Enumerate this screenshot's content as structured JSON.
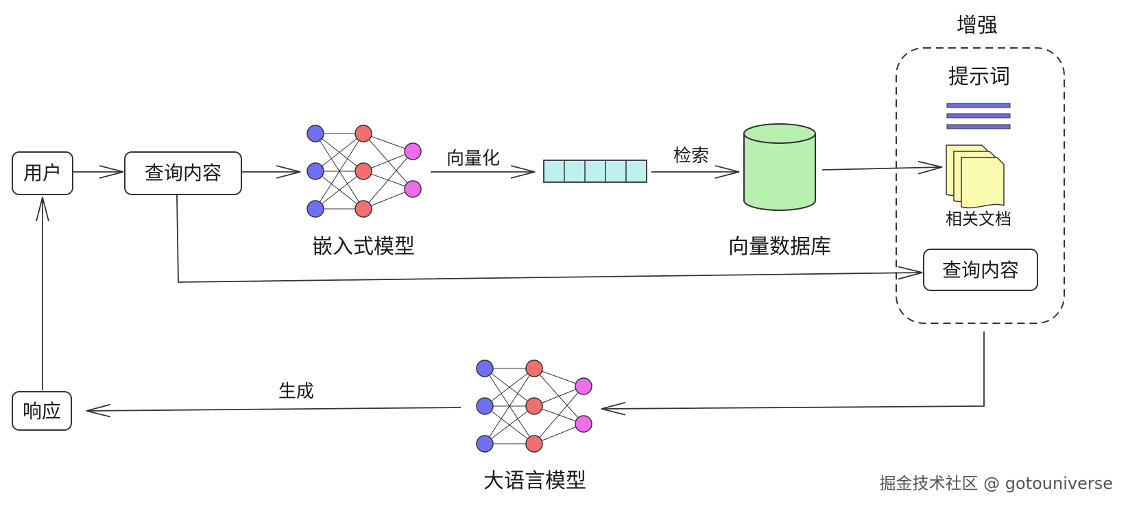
{
  "nodes": {
    "user": "用户",
    "query": "查询内容",
    "embedding_model": "嵌入式模型",
    "vector_db": "向量数据库",
    "augment_title": "增强",
    "prompt": "提示词",
    "related_docs": "相关文档",
    "augment_query": "查询内容",
    "llm": "大语言模型",
    "response": "响应"
  },
  "edges": {
    "vectorize": "向量化",
    "retrieve": "检索",
    "generate": "生成"
  },
  "vector_cells": 5,
  "watermark": "掘金技术社区 @ gotouniverse",
  "colors": {
    "input_neuron": "#6f6ff2",
    "hidden_neuron": "#f07070",
    "output_neuron": "#ee6cee",
    "vector_fill": "#bff0f0",
    "db_fill": "#b8f0b0",
    "doc_fill": "#fafab0",
    "prompt_lines": "#6b6be0"
  }
}
